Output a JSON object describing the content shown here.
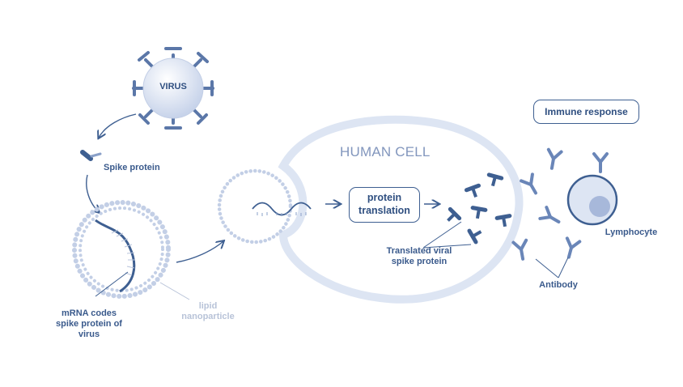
{
  "labels": {
    "virus": "VIRUS",
    "spike_protein": "Spike protein",
    "human_cell": "HUMAN CELL",
    "protein_translation": "protein\ntranslation",
    "translated_spike": "Translated viral\nspike protein",
    "mrna": "mRNA codes\nspike protein of\nvirus",
    "lipid_nanoparticle": "lipid\nnanoparticle",
    "immune_response": "Immune response",
    "lymphocyte": "Lymphocyte",
    "antibody": "Antibody"
  },
  "colors": {
    "dark_blue": "#3e5f91",
    "mid_blue": "#6a86b8",
    "light_blue": "#dde5f3",
    "pale_blue": "#c3cfe6",
    "lipid_text": "#b8c3d8"
  }
}
